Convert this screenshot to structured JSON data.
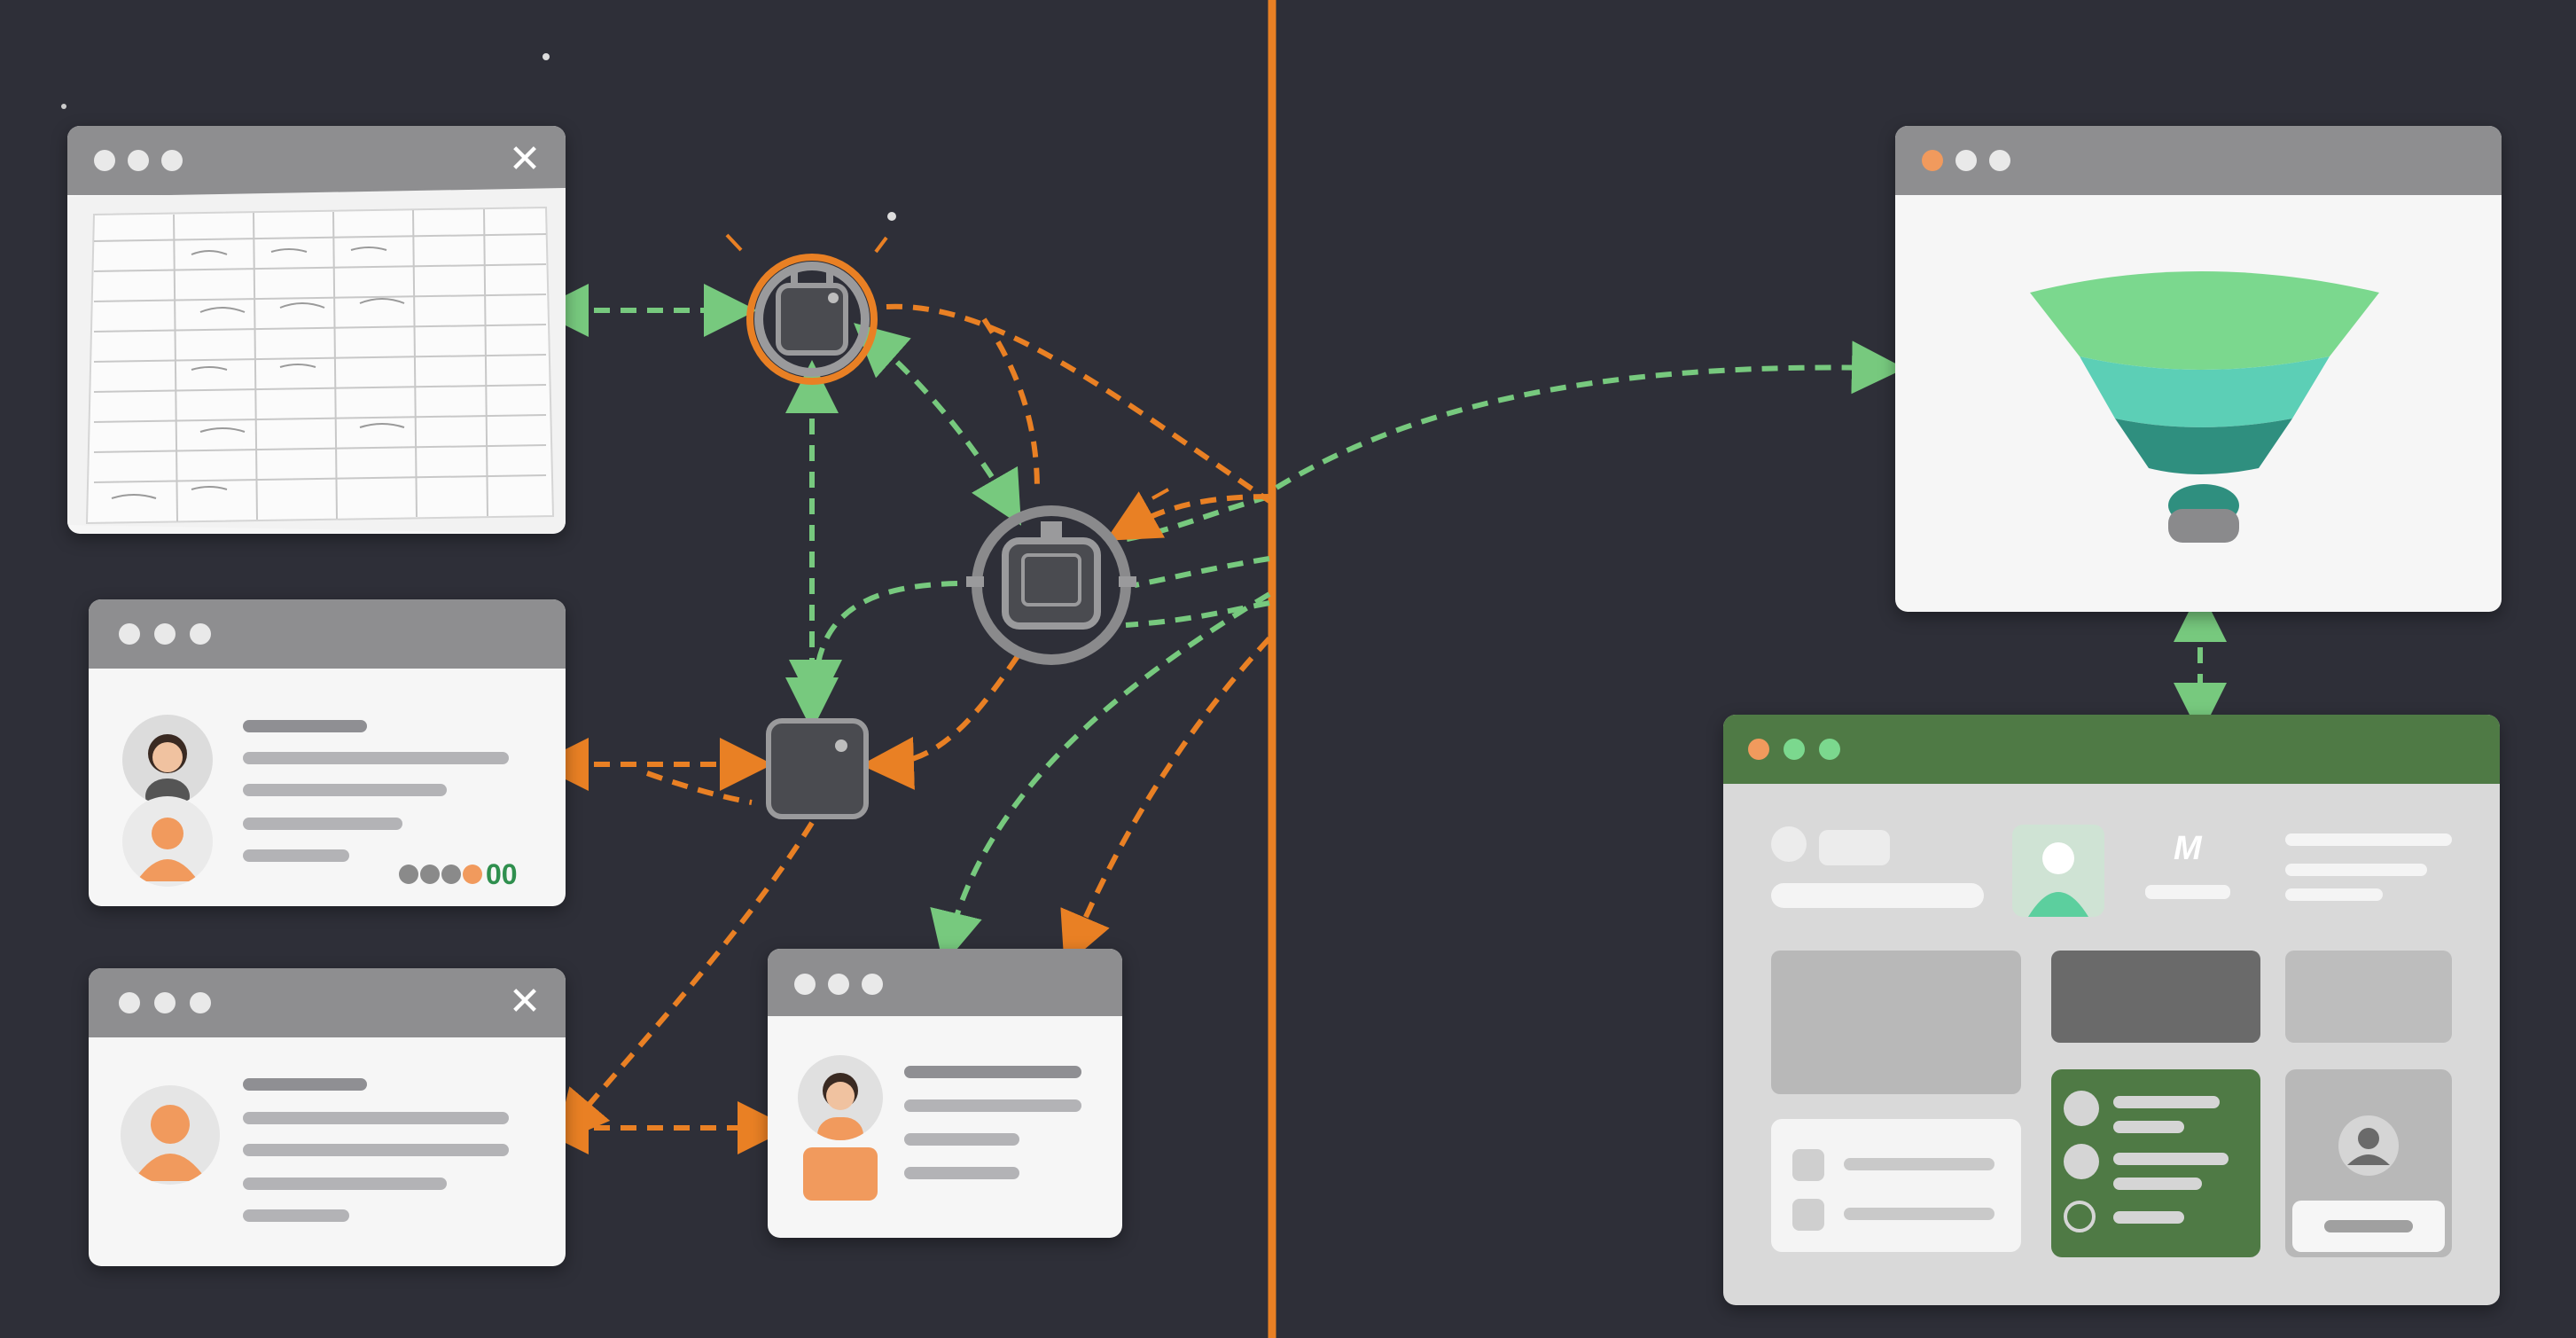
{
  "windows": {
    "top_right": {
      "title": ""
    },
    "bottom_right": {
      "card_letter": "M"
    }
  },
  "badges": {
    "people_count": "00"
  },
  "colors": {
    "background": "#2e2f38",
    "accent_orange": "#e98024",
    "accent_green": "#77c97e",
    "funnel_top": "#7bd88e",
    "funnel_mid": "#5ccfb6",
    "funnel_bottom": "#2f8f7f"
  },
  "icons": [
    "spreadsheet-window",
    "profile-window",
    "chip-node-icon",
    "funnel-icon",
    "dashboard-window",
    "user-avatar-icon",
    "close-icon"
  ]
}
